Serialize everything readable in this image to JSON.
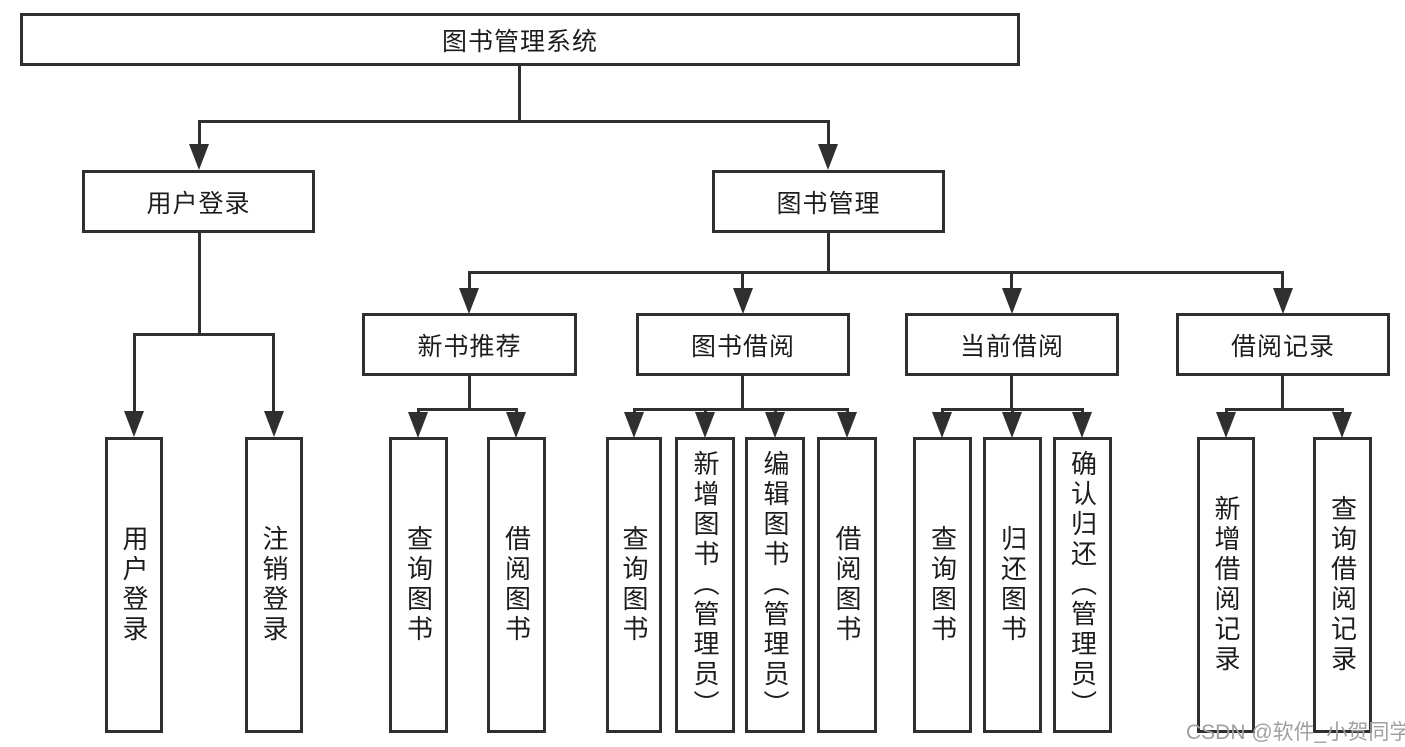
{
  "root": {
    "label": "图书管理系统"
  },
  "level2": {
    "user_login": {
      "label": "用户登录"
    },
    "book_mgmt": {
      "label": "图书管理"
    }
  },
  "level3": {
    "new_book": {
      "label": "新书推荐"
    },
    "borrow": {
      "label": "图书借阅"
    },
    "current": {
      "label": "当前借阅"
    },
    "records": {
      "label": "借阅记录"
    }
  },
  "leaves": {
    "user_login": [
      "用户登录",
      "注销登录"
    ],
    "new_book": [
      "查询图书",
      "借阅图书"
    ],
    "borrow": [
      "查询图书",
      "新增图书（管理员）",
      "编辑图书（管理员）",
      "借阅图书"
    ],
    "current": [
      "查询图书",
      "归还图书",
      "确认归还（管理员）"
    ],
    "records": [
      "新增借阅记录",
      "查询借阅记录"
    ]
  },
  "watermark": "CSDN @软件_小贺同学",
  "colors": {
    "stroke": "#2f2f2f",
    "text": "#1d1d1f",
    "watermark": "#a0a0a6",
    "background": "#ffffff"
  }
}
